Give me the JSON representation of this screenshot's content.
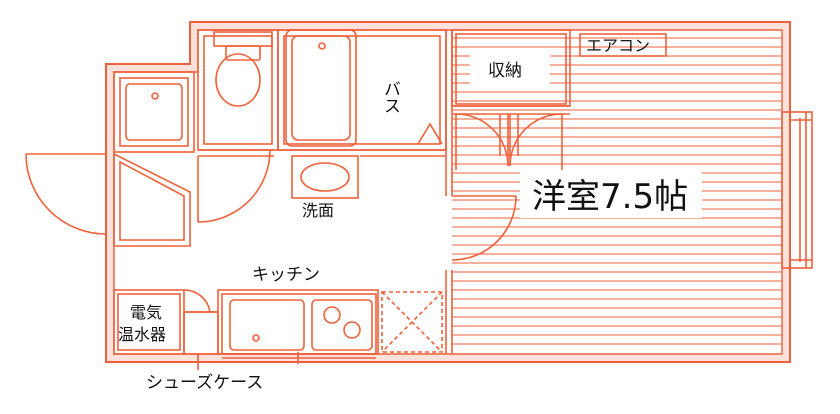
{
  "rooms": {
    "western_room": "洋室7.5帖",
    "bath": "バス",
    "storage": "収納",
    "kitchen": "キッチン",
    "washbasin": "洗面",
    "water_heater_line1": "電気",
    "water_heater_line2": "温水器",
    "shoe_case": "シューズケース",
    "air_conditioner": "エアコン"
  },
  "colors": {
    "wall": "#f0603a",
    "floor_lines": "#f0603a",
    "text": "#111111"
  }
}
